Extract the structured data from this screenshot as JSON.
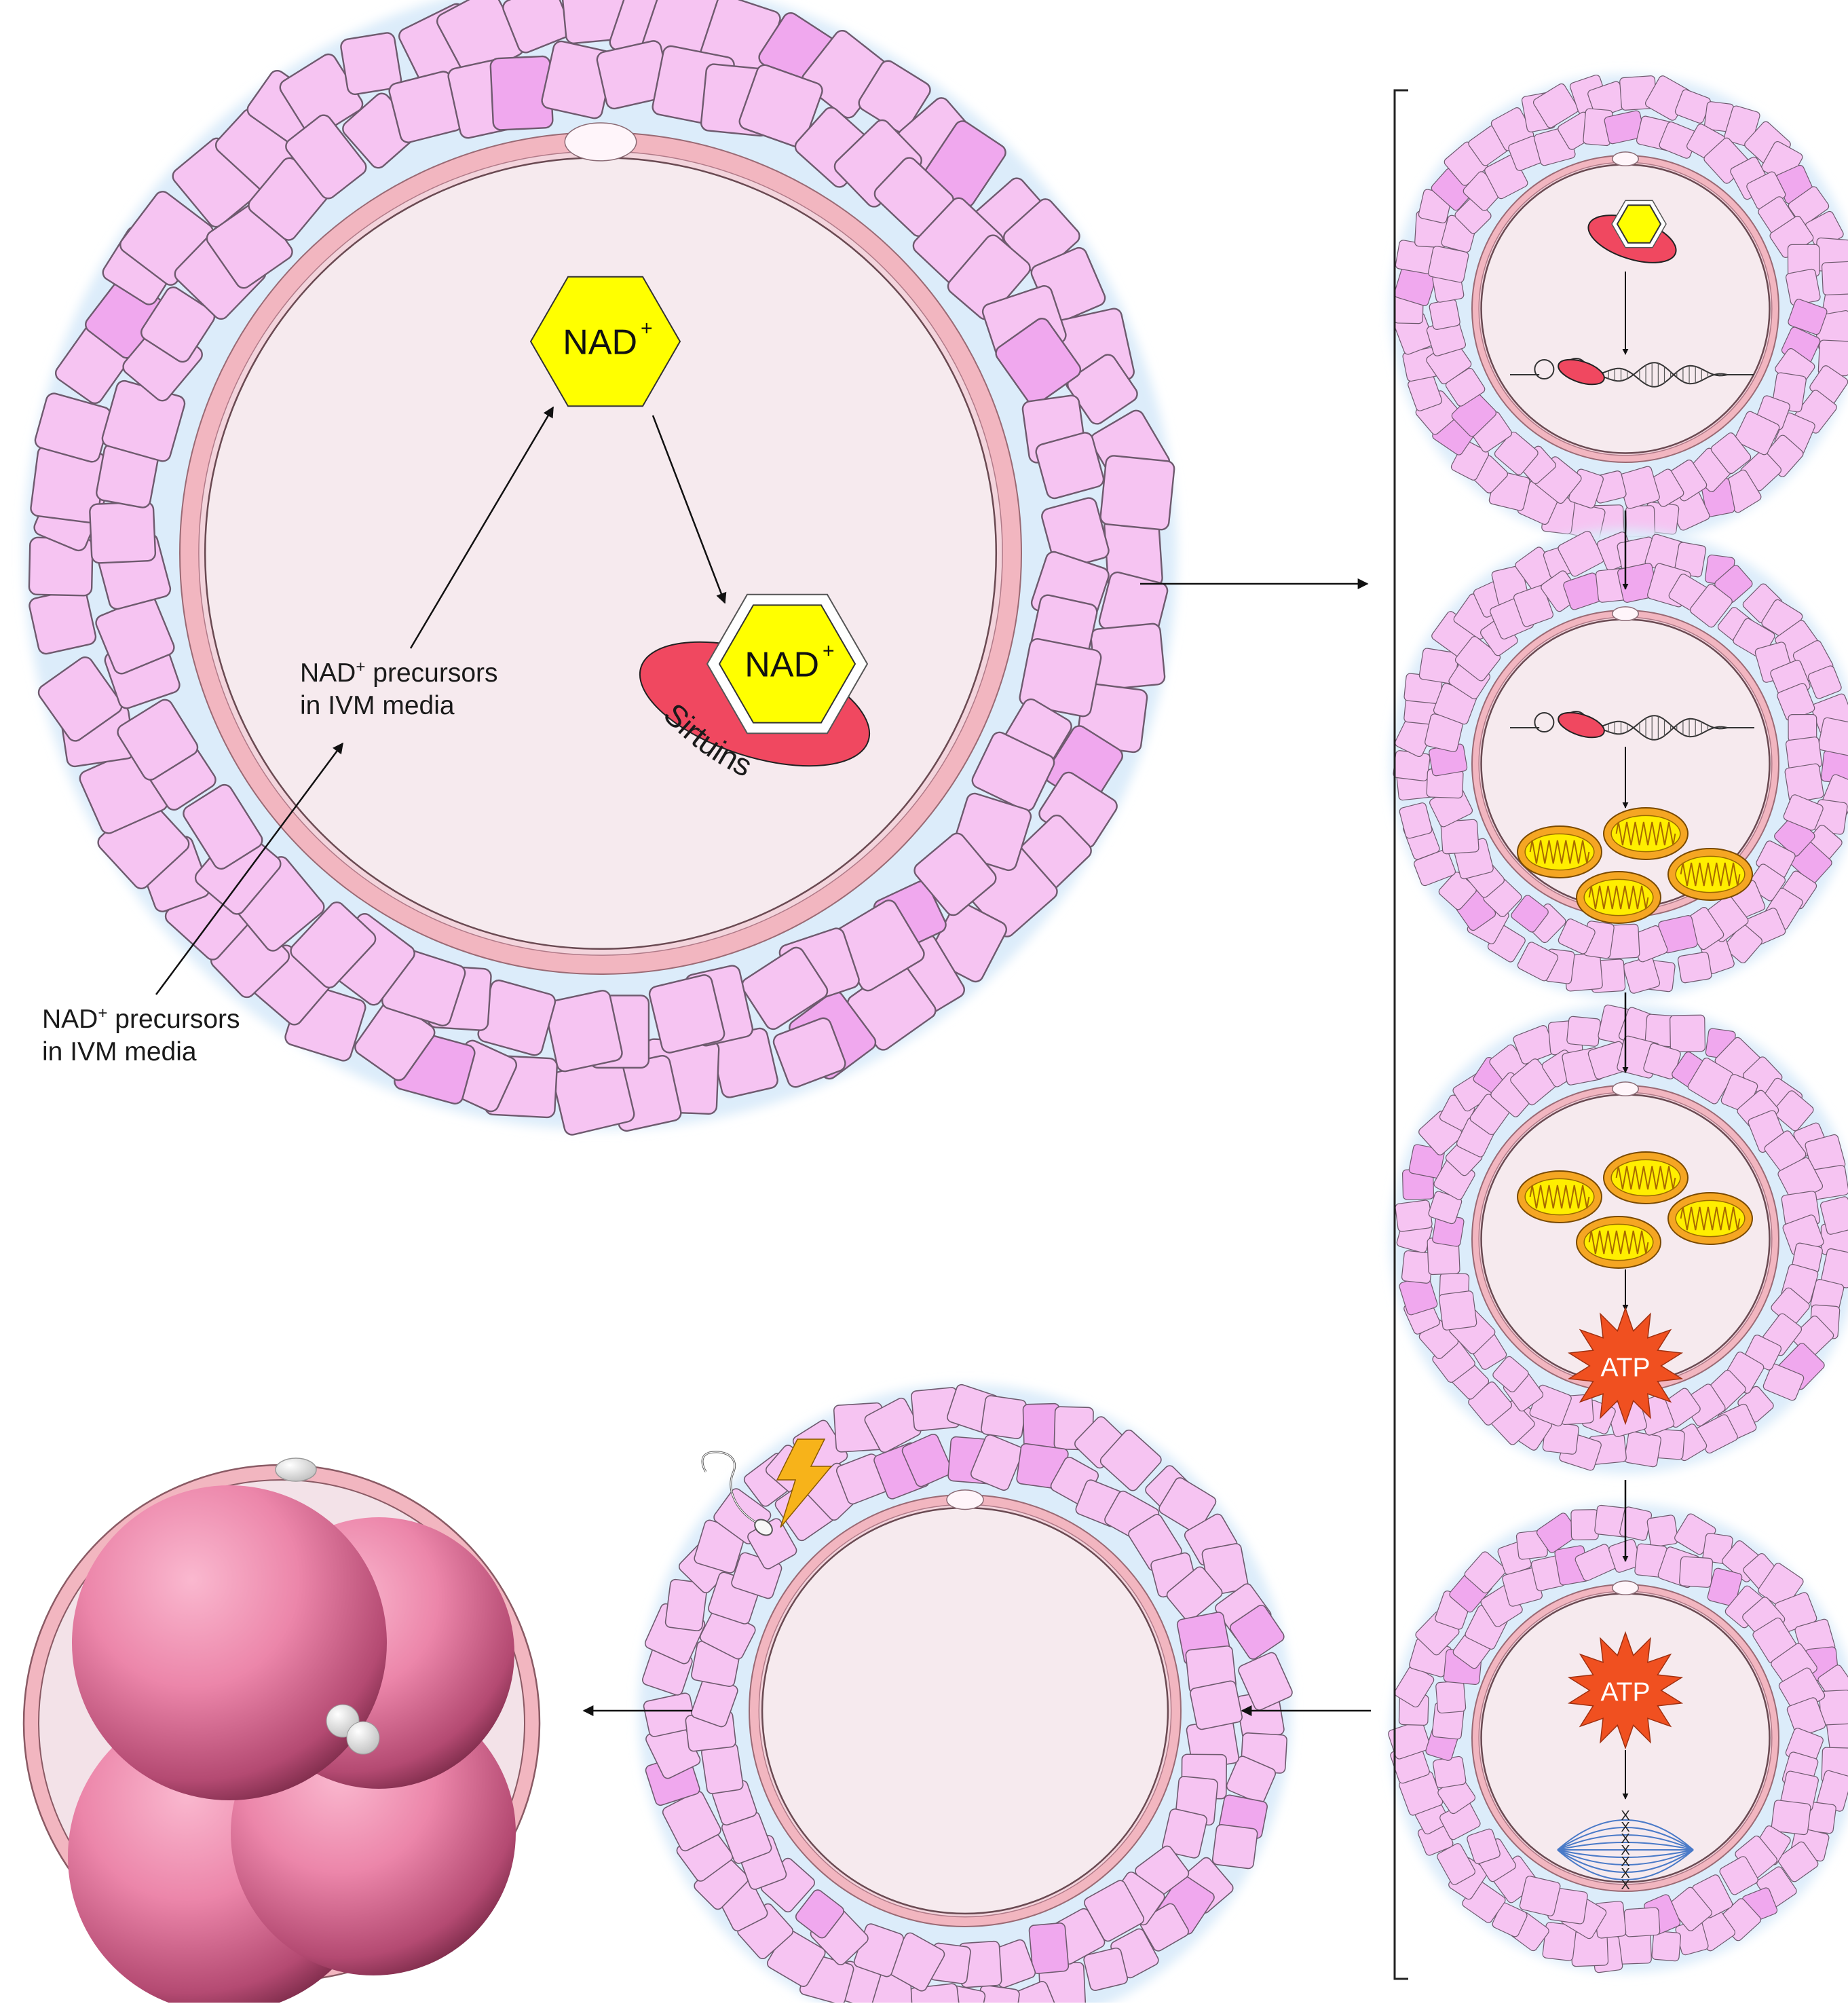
{
  "labels": {
    "nad": "NAD",
    "nad_sup": "+",
    "sirtuins": "Sirtuins",
    "precursors_line1_main": "NAD",
    "precursors_line1_rest": " precursors",
    "precursors_line2": "in IVM media",
    "atp": "ATP"
  },
  "colors": {
    "cumulus_cell": "#f6c4f2",
    "cumulus_outline": "#6e5a6e",
    "cumulus_halo": "#dcecfa",
    "zona": "#f2b6c0",
    "oocyte": "#f6eaee",
    "sirtuin": "#f04860",
    "nad_hex": "#ffff00",
    "mitochondrion": "#f5a623",
    "mito_inner": "#ffee00",
    "atp": "#f05020",
    "lightning": "#f7b31a",
    "embryo_blastomere": "#e86d98",
    "spindle": "#4a7ac8"
  },
  "icons": [
    "sirtuin-nad-complex-icon",
    "dna-helix-icon",
    "mitochondrion-icon",
    "atp-burst-icon",
    "spindle-icon",
    "sperm-icon",
    "lightning-icon",
    "polar-body-icon"
  ]
}
